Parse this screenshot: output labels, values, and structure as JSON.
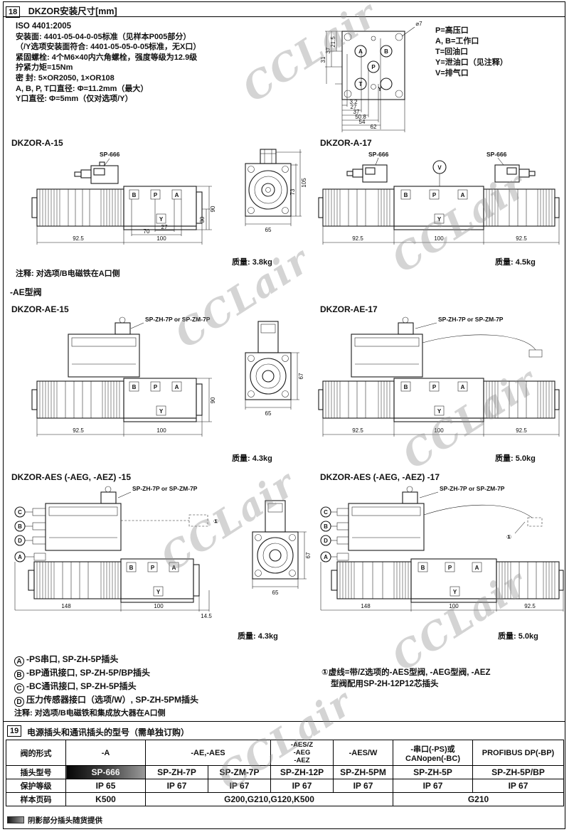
{
  "watermark": {
    "text": "CCLair"
  },
  "header": {
    "badge": "18",
    "title": "DKZOR安装尺寸[mm]"
  },
  "specs": {
    "iso": "ISO 4401:2005",
    "lines": [
      "安装面: 4401-05-04-0-05标准（见样本P005部分）",
      "（/Y选项安装面符合: 4401-05-05-0-05标准，无X口）",
      "紧固螺栓: 4个M6×40内六角螺栓，强度等级为12.9级",
      "拧紧力矩=15Nm",
      "密  封: 5×OR2050, 1×OR108",
      "A, B, P, T口直径: Φ=11.2mm（最大）",
      "Y口直径: Φ=5mm（仅对选项/Y）"
    ]
  },
  "port_legend": [
    "P=高压口",
    "A, B=工作口",
    "T=回油口",
    "Y=泄油口（见注释）",
    "V=排气口"
  ],
  "mounting": {
    "dia_label": "⌀7",
    "dims_v": [
      "21.5",
      "37",
      "31"
    ],
    "dims_h": [
      "3.2",
      "27",
      "37",
      "50.8",
      "54",
      "62"
    ],
    "ports": {
      "p": "P",
      "a": "A",
      "b": "B",
      "t": "T",
      "y": "Y"
    }
  },
  "figures": {
    "ports": {
      "b": "B",
      "p": "P",
      "a": "A",
      "y": "Y"
    },
    "letters": [
      "C",
      "B",
      "D",
      "A"
    ],
    "ae_section_label": "-AE型阀",
    "a15": {
      "title": "DKZOR-A-15",
      "plug": "SP-666",
      "mass": "质量: 3.8kg",
      "dims": {
        "sol": "92.5",
        "body": "100",
        "d27": "27",
        "d70": "70",
        "h90": "90",
        "h30": "30"
      },
      "end": {
        "w": "65",
        "h_total": "105",
        "h_face": "73"
      }
    },
    "a17": {
      "title": "DKZOR-A-17",
      "plug_left": "SP-666",
      "plug_right": "SP-666",
      "v_label": "V",
      "mass": "质量: 4.5kg",
      "dims": {
        "sol_l": "92.5",
        "body": "100",
        "sol_r": "92.5"
      }
    },
    "ae15": {
      "title": "DKZOR-AE-15",
      "plug": "SP-ZH-7P or SP-ZM-7P",
      "mass": "质量: 4.3kg",
      "dims": {
        "sol": "92.5",
        "body": "100",
        "h90": "90"
      },
      "end": {
        "w": "65",
        "h_face": "67"
      }
    },
    "ae17": {
      "title": "DKZOR-AE-17",
      "plug": "SP-ZH-7P or SP-ZM-7P",
      "mass": "质量: 5.0kg",
      "dims": {
        "sol_l": "92.5",
        "body": "100",
        "sol_r": "92.5"
      }
    },
    "aes15": {
      "title": "DKZOR-AES (-AEG, -AEZ) -15",
      "plug": "SP-ZH-7P or SP-ZM-7P",
      "callout": "①",
      "mass": "质量: 4.3kg",
      "dims": {
        "d148": "148",
        "body": "100",
        "d145": "14.5"
      },
      "end": {
        "w": "65",
        "h_face": "67"
      }
    },
    "aes17": {
      "title": "DKZOR-AES (-AEG, -AEZ) -17",
      "plug": "SP-ZH-7P or SP-ZM-7P",
      "callout": "①",
      "mass": "质量: 5.0kg",
      "dims": {
        "d148": "148",
        "body": "100",
        "sol_r": "92.5"
      }
    }
  },
  "notes": {
    "note_a": "注释: 对选项/B电磁铁在A口侧",
    "note_b": "注释: 对选项/B电磁铁和集成放大器在A口侧"
  },
  "legend": {
    "items": [
      {
        "key": "A",
        "text": "-PS串口, SP-ZH-5P插头"
      },
      {
        "key": "B",
        "text": "-BP通讯接口, SP-ZH-5P/BP插头"
      },
      {
        "key": "C",
        "text": "-BC通讯接口, SP-ZH-5P插头"
      },
      {
        "key": "D",
        "text": "压力传感器接口（选项/W）, SP-ZH-5PM插头"
      }
    ],
    "circle_note_line1": "①虚线=带/Z选项的-AES型阀, -AEG型阀, -AEZ",
    "circle_note_line2": "型阀配用SP-2H-12P12芯插头"
  },
  "section19": {
    "badge": "19",
    "title": "电源插头和通讯插头的型号（需单独订购）",
    "table": {
      "row_headers": [
        "阀的形式",
        "插头型号",
        "保护等级",
        "样本页码"
      ],
      "cols": {
        "a": "-A",
        "ae_aes": "-AE,-AES",
        "aes_z": "-AES/Z",
        "aeg": "-AEG",
        "aez": "-AEZ",
        "aes_w": "-AES/W",
        "serial1": "-串口(-PS)或",
        "serial2": "CANopen(-BC)",
        "profibus": "PROFIBUS DP(-BP)"
      },
      "plugs": [
        "SP-666",
        "SP-ZH-7P",
        "SP-ZM-7P",
        "SP-ZH-12P",
        "SP-ZH-5PM",
        "SP-ZH-5P",
        "SP-ZH-5P/BP"
      ],
      "ip": [
        "IP 65",
        "IP 67",
        "IP 67",
        "IP 67",
        "IP 67",
        "IP 67",
        "IP 67"
      ],
      "pages": [
        "K500",
        "G200,G210,G120,K500",
        "G210"
      ]
    },
    "footnote": "阴影部分插头随货提供"
  }
}
